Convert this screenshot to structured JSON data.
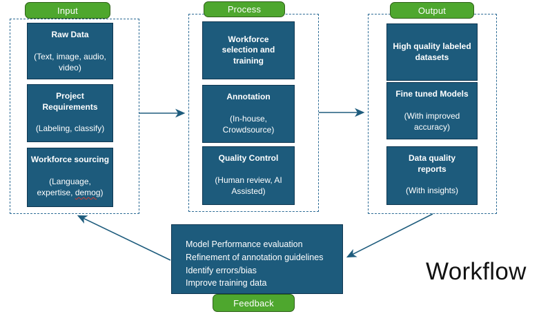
{
  "title_label": "Workflow",
  "columns": [
    {
      "label": "Input",
      "boxes": [
        {
          "title": "Raw Data",
          "subtitle": "(Text, image, audio, video)"
        },
        {
          "title": "Project Requirements",
          "subtitle": "(Labeling, classify)"
        },
        {
          "title": "Workforce sourcing",
          "subtitle_prefix": "(Language, expertise, ",
          "subtitle_misspelled": "demog",
          "subtitle_suffix": ")"
        }
      ]
    },
    {
      "label": "Process",
      "boxes": [
        {
          "title": "Workforce selection and training",
          "subtitle": ""
        },
        {
          "title": "Annotation",
          "subtitle": "(In-house, Crowdsource)"
        },
        {
          "title": "Quality Control",
          "subtitle": "(Human review, AI Assisted)"
        }
      ]
    },
    {
      "label": "Output",
      "boxes": [
        {
          "title": "High quality labeled datasets",
          "subtitle": ""
        },
        {
          "title": "Fine tuned Models",
          "subtitle": "(With improved accuracy)"
        },
        {
          "title": "Data quality reports",
          "subtitle": "(With insights)"
        }
      ]
    }
  ],
  "feedback": {
    "label": "Feedback",
    "lines": [
      "Model Performance evaluation",
      "Refinement of annotation guidelines",
      "Identify errors/bias",
      "Improve training data"
    ]
  },
  "colors": {
    "box_fill": "#1d5b7c",
    "box_border": "#0d3550",
    "green_fill": "#4ea72e",
    "green_border": "#2d5f17",
    "dashed_border": "#2b6a94",
    "arrow": "#1e5c7d",
    "misspell_underline": "#d43a2f",
    "text_on_dark": "#ffffff",
    "workflow_text": "#111111"
  }
}
